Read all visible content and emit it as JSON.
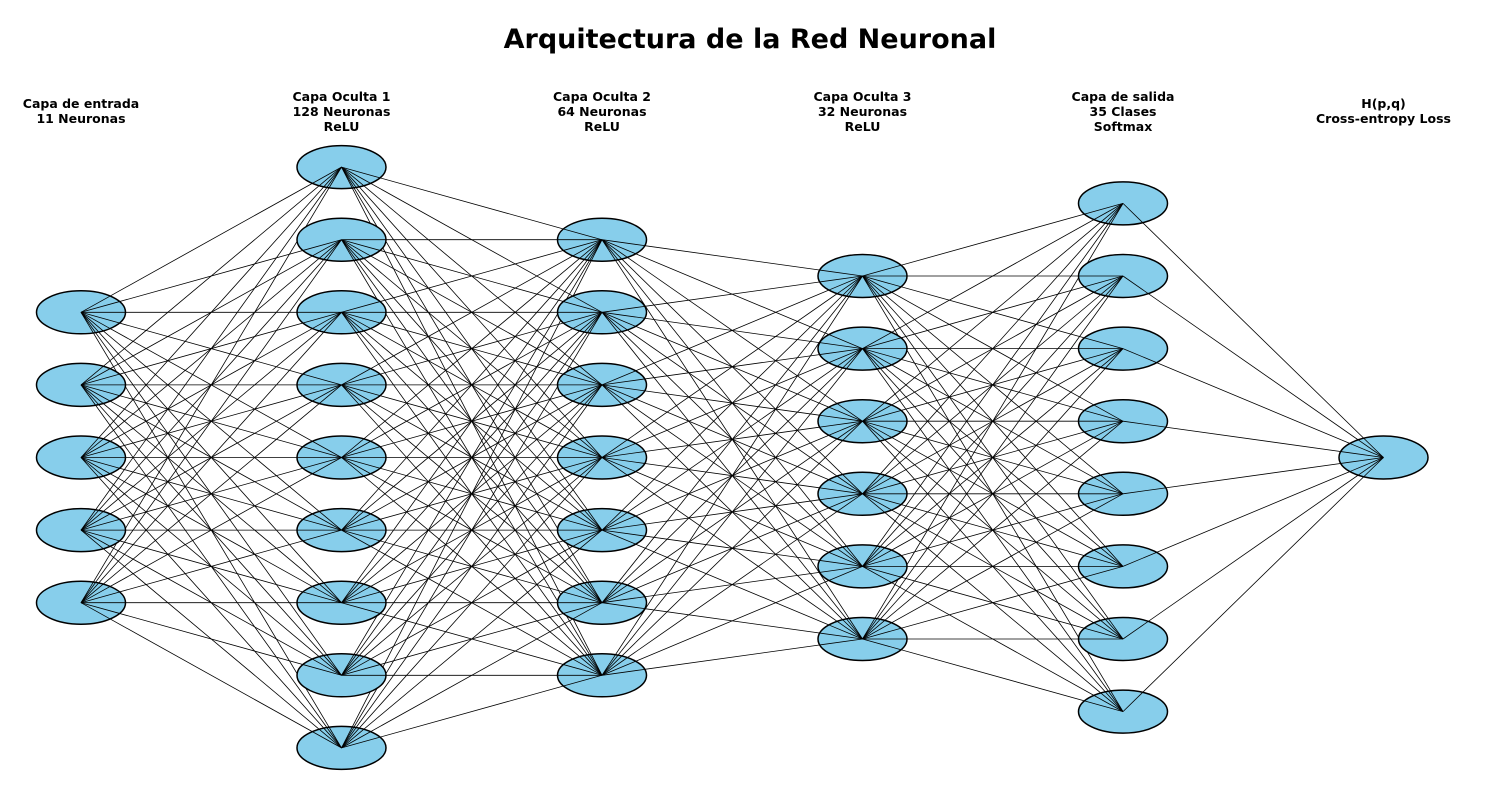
{
  "title": "Arquitectura de la Red Neuronal",
  "colors": {
    "node_fill": "#87CEEB",
    "node_stroke": "#000000",
    "edge": "#000000"
  },
  "layers": [
    {
      "label_lines": [
        "Capa de entrada",
        "11 Neuronas"
      ],
      "nodes": 5
    },
    {
      "label_lines": [
        "Capa Oculta 1",
        "128 Neuronas",
        "ReLU"
      ],
      "nodes": 9
    },
    {
      "label_lines": [
        "Capa Oculta 2",
        "64 Neuronas",
        "ReLU"
      ],
      "nodes": 7
    },
    {
      "label_lines": [
        "Capa Oculta 3",
        "32 Neuronas",
        "ReLU"
      ],
      "nodes": 6
    },
    {
      "label_lines": [
        "Capa de salida",
        "35 Clases",
        "Softmax"
      ],
      "nodes": 8
    },
    {
      "label_lines": [
        "H(p,q)",
        "Cross-entropy Loss"
      ],
      "nodes": 1
    }
  ]
}
